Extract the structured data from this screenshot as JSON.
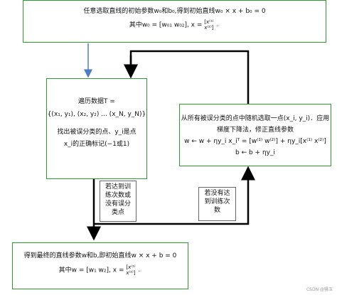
{
  "top_box": {
    "line1": "任意选取直线的初始参数w₀和b₀,得到初始直线w₀ × x + b₀ = 0",
    "line2": "其中w₀ = [w₀₁    w₀₂], x = ",
    "vector": [
      "x⁽¹⁾",
      "x⁽²⁾"
    ]
  },
  "middle_left_box": {
    "line1": "遍历数据T =",
    "line2": "{(x₁, y₁), (x₂, y₂) ... (x_N, y_N)}",
    "line3": "找出被误分类的点、y_i是点",
    "line4": "x_i的正确标记(−1或1)"
  },
  "right_box": {
    "line1": "从所有被误分类的点中随机选取一点(x_i, y_i)．应用",
    "line2": "梯度下降法，修正直线参数",
    "line3": "w ← w + ηy_i x_iᵀ = [w⁽¹⁾    w⁽²⁾] + ηy_i[x⁽¹⁾    x⁽²⁾]",
    "line4": "b ← b + ηy_i"
  },
  "bottom_box": {
    "line1": "得到最终的直线参数w和b,即初始直线w × x + b = 0",
    "line2": "其中w = [w₁    w₂], x = ",
    "vector": [
      "x⁽¹⁾",
      "x⁽²⁾"
    ]
  },
  "notes": {
    "reached": [
      "若达到训",
      "练次数或",
      "没有误分",
      "类点"
    ],
    "not_reached": [
      "若没有达",
      "到训练次",
      "数"
    ]
  },
  "watermark": "CSDN @骚玉",
  "colors": {
    "box_border": "#2f9a2f",
    "down_arrow": "#4a7cc4",
    "flow_line": "#000000"
  }
}
